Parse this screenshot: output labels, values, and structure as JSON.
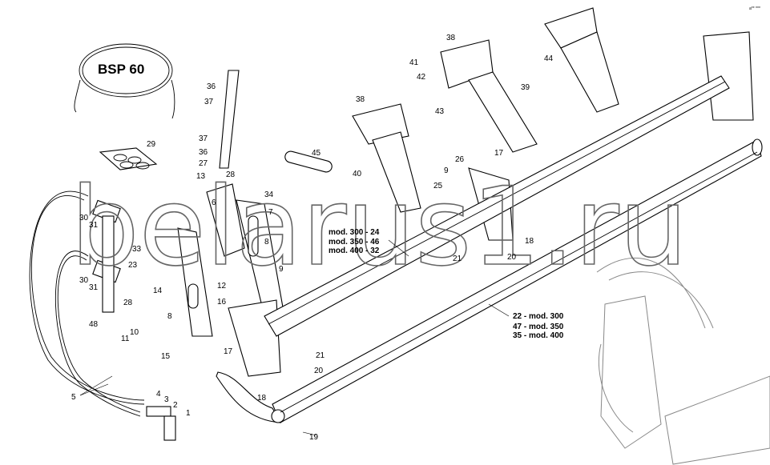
{
  "title": "BSP 60",
  "watermark": "belarus1.ru",
  "corner_mark": "a** ***",
  "callouts": [
    "29",
    "30",
    "31",
    "33",
    "23",
    "30",
    "31",
    "28",
    "48",
    "10",
    "11",
    "5",
    "4",
    "3",
    "2",
    "1",
    "36",
    "37",
    "37",
    "36",
    "27",
    "13",
    "28",
    "6",
    "34",
    "7",
    "8",
    "14",
    "8",
    "12",
    "9",
    "16",
    "15",
    "17",
    "18",
    "19",
    "21",
    "20",
    "45",
    "40",
    "38",
    "38",
    "41",
    "42",
    "43",
    "39",
    "44",
    "9",
    "17",
    "26",
    "25",
    "18",
    "21",
    "20"
  ],
  "model_table_1": [
    "mod. 300 - 24",
    "mod. 350 - 46",
    "mod. 400 - 32"
  ],
  "model_table_2": [
    "22 - mod. 300",
    "47 - mod. 350",
    "35 - mod. 400"
  ]
}
